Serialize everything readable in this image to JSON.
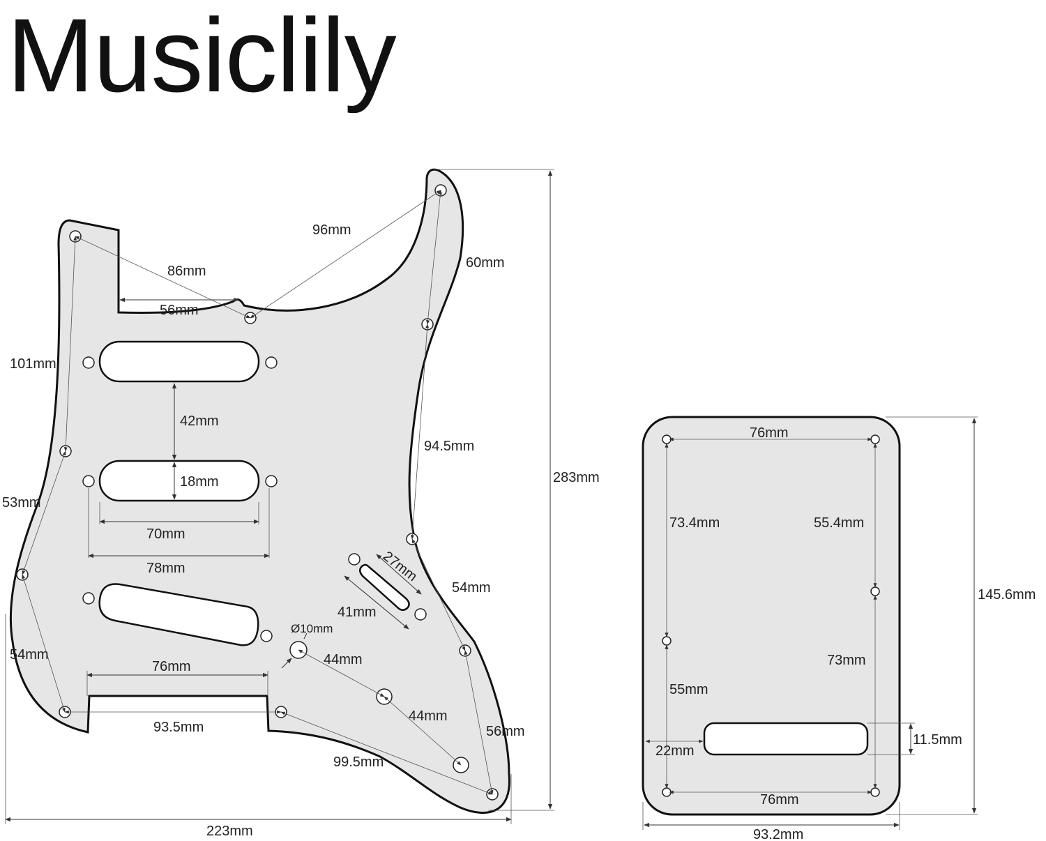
{
  "brand": "Musiclily",
  "pickguard": {
    "labels": {
      "l96": "96mm",
      "l86": "86mm",
      "l60": "60mm",
      "l56top": "56mm",
      "l101": "101mm",
      "l42": "42mm",
      "l945": "94.5mm",
      "l18": "18mm",
      "l53": "53mm",
      "l70": "70mm",
      "l283": "283mm",
      "l78": "78mm",
      "l27": "27mm",
      "l54right": "54mm",
      "l41": "41mm",
      "ldia": "Ø10mm",
      "l54left": "54mm",
      "l76": "76mm",
      "l44a": "44mm",
      "l44b": "44mm",
      "l935": "93.5mm",
      "l56bottom": "56mm",
      "l995": "99.5mm",
      "l223": "223mm"
    }
  },
  "backplate": {
    "labels": {
      "l76top": "76mm",
      "l734": "73.4mm",
      "l554": "55.4mm",
      "l1456": "145.6mm",
      "l73": "73mm",
      "l55": "55mm",
      "l22": "22mm",
      "l115": "11.5mm",
      "l76bottom": "76mm",
      "l932": "93.2mm"
    }
  }
}
